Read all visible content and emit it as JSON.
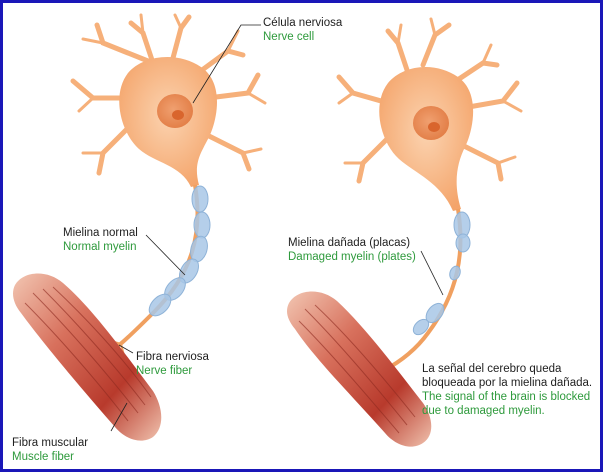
{
  "colors": {
    "border": "#1a17b8",
    "spanish_text": "#1e1e1e",
    "english_text": "#2e9a3c",
    "neuron": "#f6b07a",
    "nucleus": "#e88a4e",
    "myelin": "#a8c7e6",
    "muscle": "#c24a3a"
  },
  "labels": {
    "nerve_cell": {
      "es": "Célula nerviosa",
      "en": "Nerve cell"
    },
    "normal_myelin": {
      "es": "Mielina normal",
      "en": "Normal myelin"
    },
    "nerve_fiber": {
      "es": "Fibra nerviosa",
      "en": "Nerve fiber"
    },
    "muscle_fiber": {
      "es": "Fibra muscular",
      "en": "Muscle fiber"
    },
    "damaged_myelin": {
      "es": "Mielina dañada (placas)",
      "en": "Damaged myelin (plates)"
    },
    "signal_note": {
      "es_line1": "La señal del cerebro queda",
      "es_line2": "bloqueada por la mielina dañada.",
      "en_line1": "The signal of the brain is blocked",
      "en_line2": "due to damaged myelin."
    }
  }
}
